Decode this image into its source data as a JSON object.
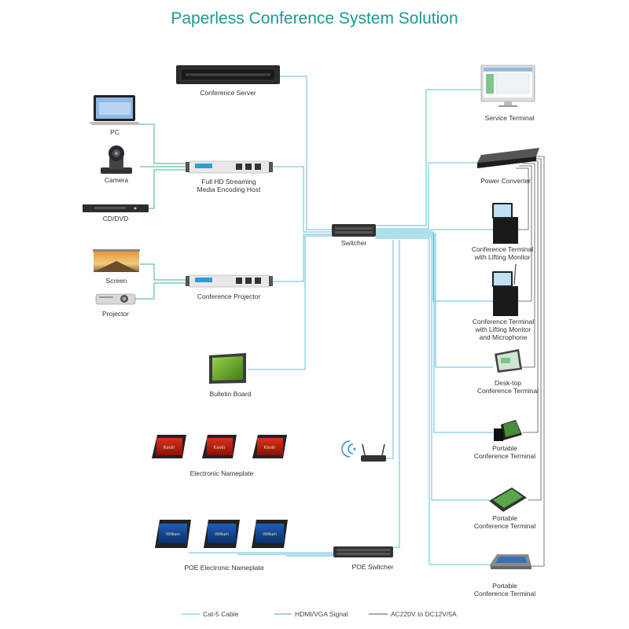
{
  "title": "Paperless Conference System Solution",
  "nodes": {
    "conference_server": "Conference Server",
    "pc": "PC",
    "camera": "Camera",
    "cd_dvd": "CD/DVD",
    "encoding_host": "Full HD Streaming\nMedia Encoding Host",
    "screen": "Screen",
    "projector": "Projector",
    "conference_projector": "Conference Projector",
    "bulletin_board": "Bulletin Board",
    "electronic_nameplate": "Electronic Nameplate",
    "poe_nameplate": "POE Electronic Nameplate",
    "switcher": "Switcher",
    "poe_switcher": "POE Switcher",
    "service_terminal": "Service Terminal",
    "power_converter": "Power Converter",
    "terminal_lifting": "Conference Terminal\nwith Lifting Monitor",
    "terminal_lifting_mic": "Conference Terminal\nwith Lifting Monitor\nand Microphone",
    "desktop_terminal": "Desk-top\nConference Terminal",
    "portable_1": "Portable\nConference Terminal",
    "portable_2": "Portable\nConference Terminal",
    "portable_3": "Portable\nConference Terminal",
    "nameplate_text": "Kevin",
    "poe_nameplate_text": "William"
  },
  "legend": {
    "cat5": "Cat-5 Cable",
    "hdmi": "HDMI/VGA Signal",
    "power": "AC220V to DC12V/5A"
  },
  "colors": {
    "title": "#1a9a94",
    "cat5": "#5cc0d8",
    "hdmi": "#3bb39a",
    "power": "#555555"
  }
}
